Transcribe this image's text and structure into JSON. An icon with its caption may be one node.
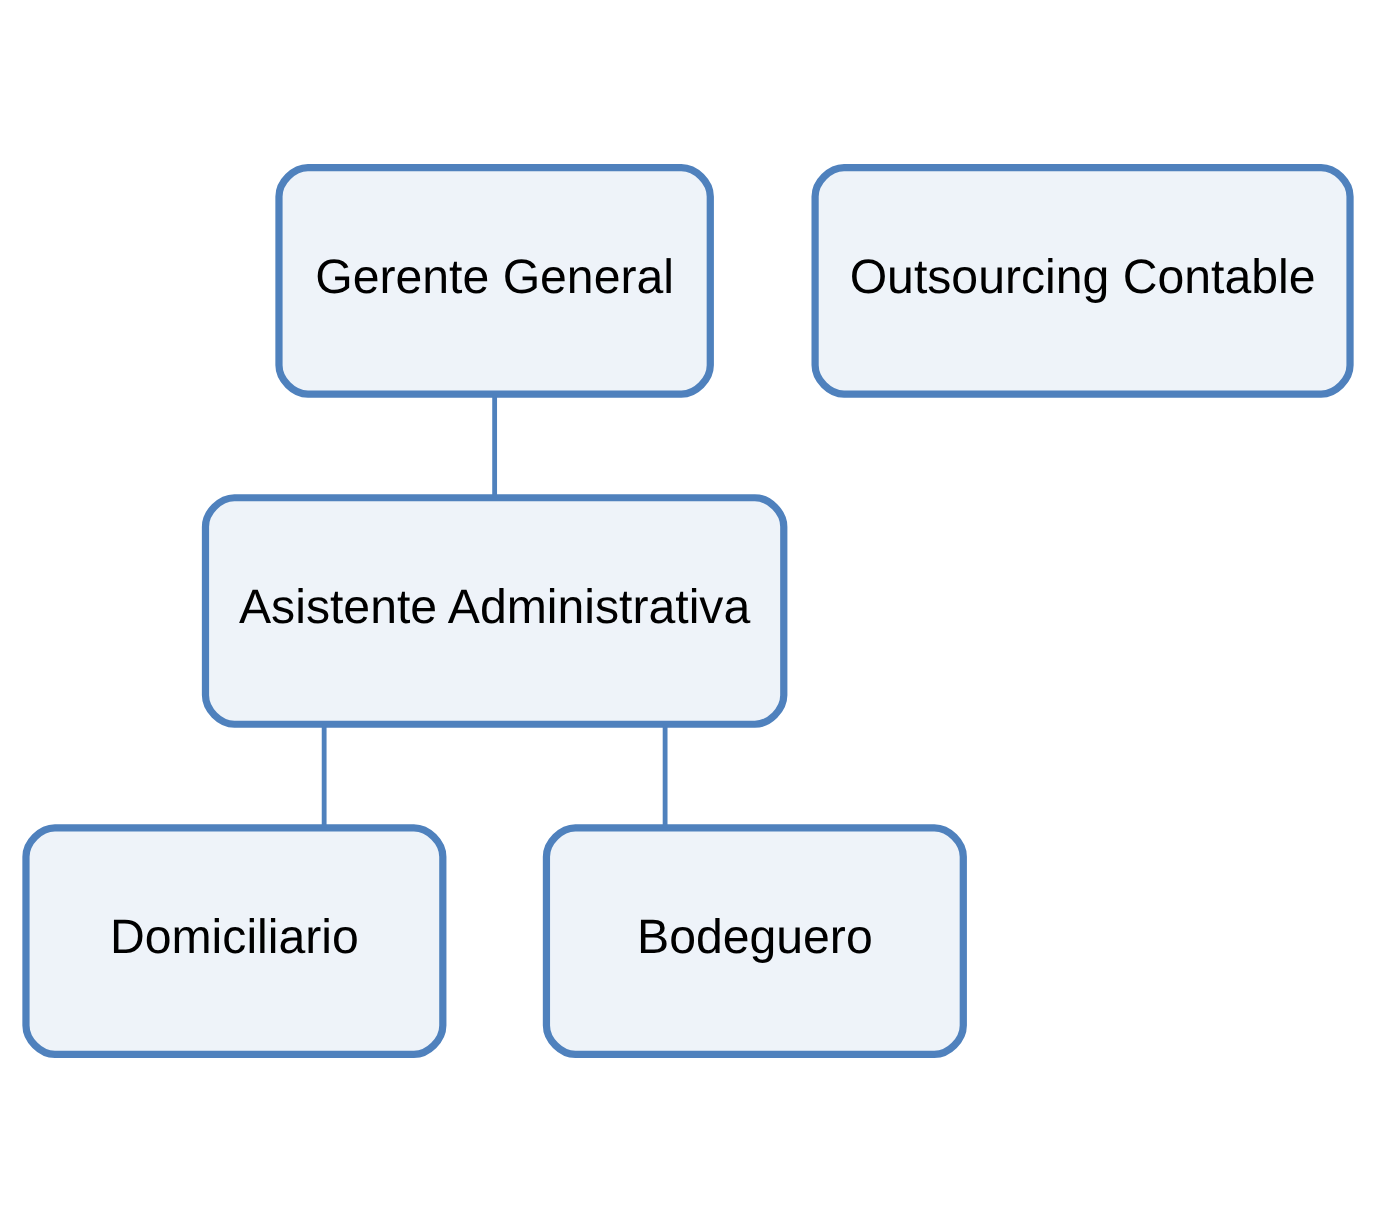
{
  "diagram": {
    "nodes": [
      {
        "text": [
          "Gerente General"
        ]
      },
      {
        "text": [
          "Outsourcing Contable"
        ]
      },
      {
        "text": [
          "Asistente Administrativa"
        ]
      },
      {
        "text": [
          "Domiciliario"
        ]
      },
      {
        "text": [
          "Bodeguero"
        ]
      }
    ],
    "edges": [
      {
        "from": 0,
        "to": 2,
        "arrow": "none"
      },
      {
        "from": 2,
        "to": 3,
        "arrow": "none"
      },
      {
        "from": 2,
        "to": 4,
        "arrow": "none"
      }
    ]
  }
}
